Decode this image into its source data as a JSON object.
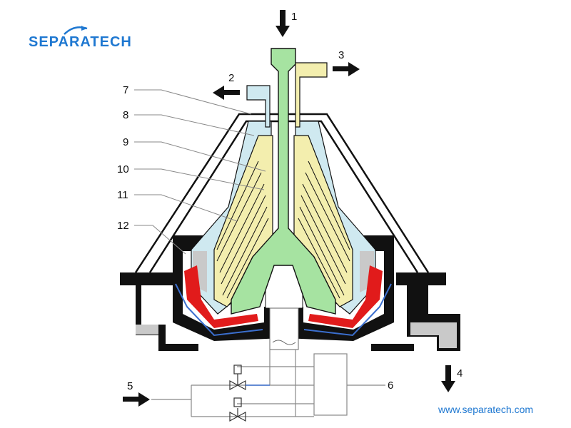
{
  "brand": {
    "name": "SEPARATECH",
    "website": "www.separatech.com"
  },
  "callouts": {
    "n1": "1",
    "n2": "2",
    "n3": "3",
    "n4": "4",
    "n5": "5",
    "n6": "6",
    "n7": "7",
    "n8": "8",
    "n9": "9",
    "n10": "10",
    "n11": "11",
    "n12": "12"
  },
  "colors": {
    "feed": "#a6e3a1",
    "light_phase": "#f3eeae",
    "heavy_phase": "#cfe9f0",
    "bowl_body": "#111111",
    "seal": "#e11b1b",
    "water_line": "#3b6fcf",
    "solids": "#c9c9c9",
    "brand_blue": "#1f78d1"
  }
}
